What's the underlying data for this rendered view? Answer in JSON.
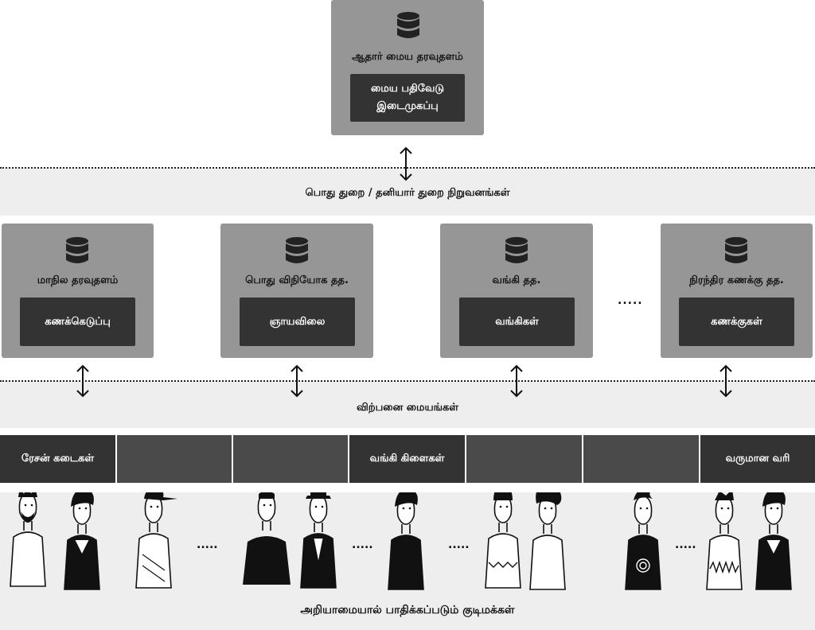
{
  "colors": {
    "panel": "#969696",
    "dark_box": "#333333",
    "band": "#eeeeee",
    "shop_dark": "#333333",
    "shop_mid": "#4a4a4a"
  },
  "top": {
    "db_label": "ஆதார் மைய தரவுதளம்",
    "inner_line1": "மைய பதிவேடு",
    "inner_line2": "இடைமுகப்பு",
    "icon": "database-icon"
  },
  "band1_label": "பொது துறை / தனியார் துறை நிறுவனங்கள்",
  "mid_boxes": [
    {
      "db_label": "மாநில தரவுதளம்",
      "inner": "கணக்கெடுப்பு"
    },
    {
      "db_label": "பொது விநியோக தத.",
      "inner": "ஞாயவிலை"
    },
    {
      "db_label": "வங்கி தத.",
      "inner": "வங்கிகள்"
    },
    {
      "db_label": "நிரந்திர கணக்கு தத.",
      "inner": "கணக்குகள்"
    }
  ],
  "mid_ellipsis": ".....",
  "band2_label": "விற்பனை மையங்கள்",
  "shops": [
    "ரேசன் கடைகள்",
    "",
    "",
    "வங்கி கிளைகள்",
    "",
    "",
    "வருமான வரி"
  ],
  "people_ellipsis": ".....",
  "citizens_label": "அறியாமையால் பாதிக்கப்படும் குடிமக்கள்"
}
